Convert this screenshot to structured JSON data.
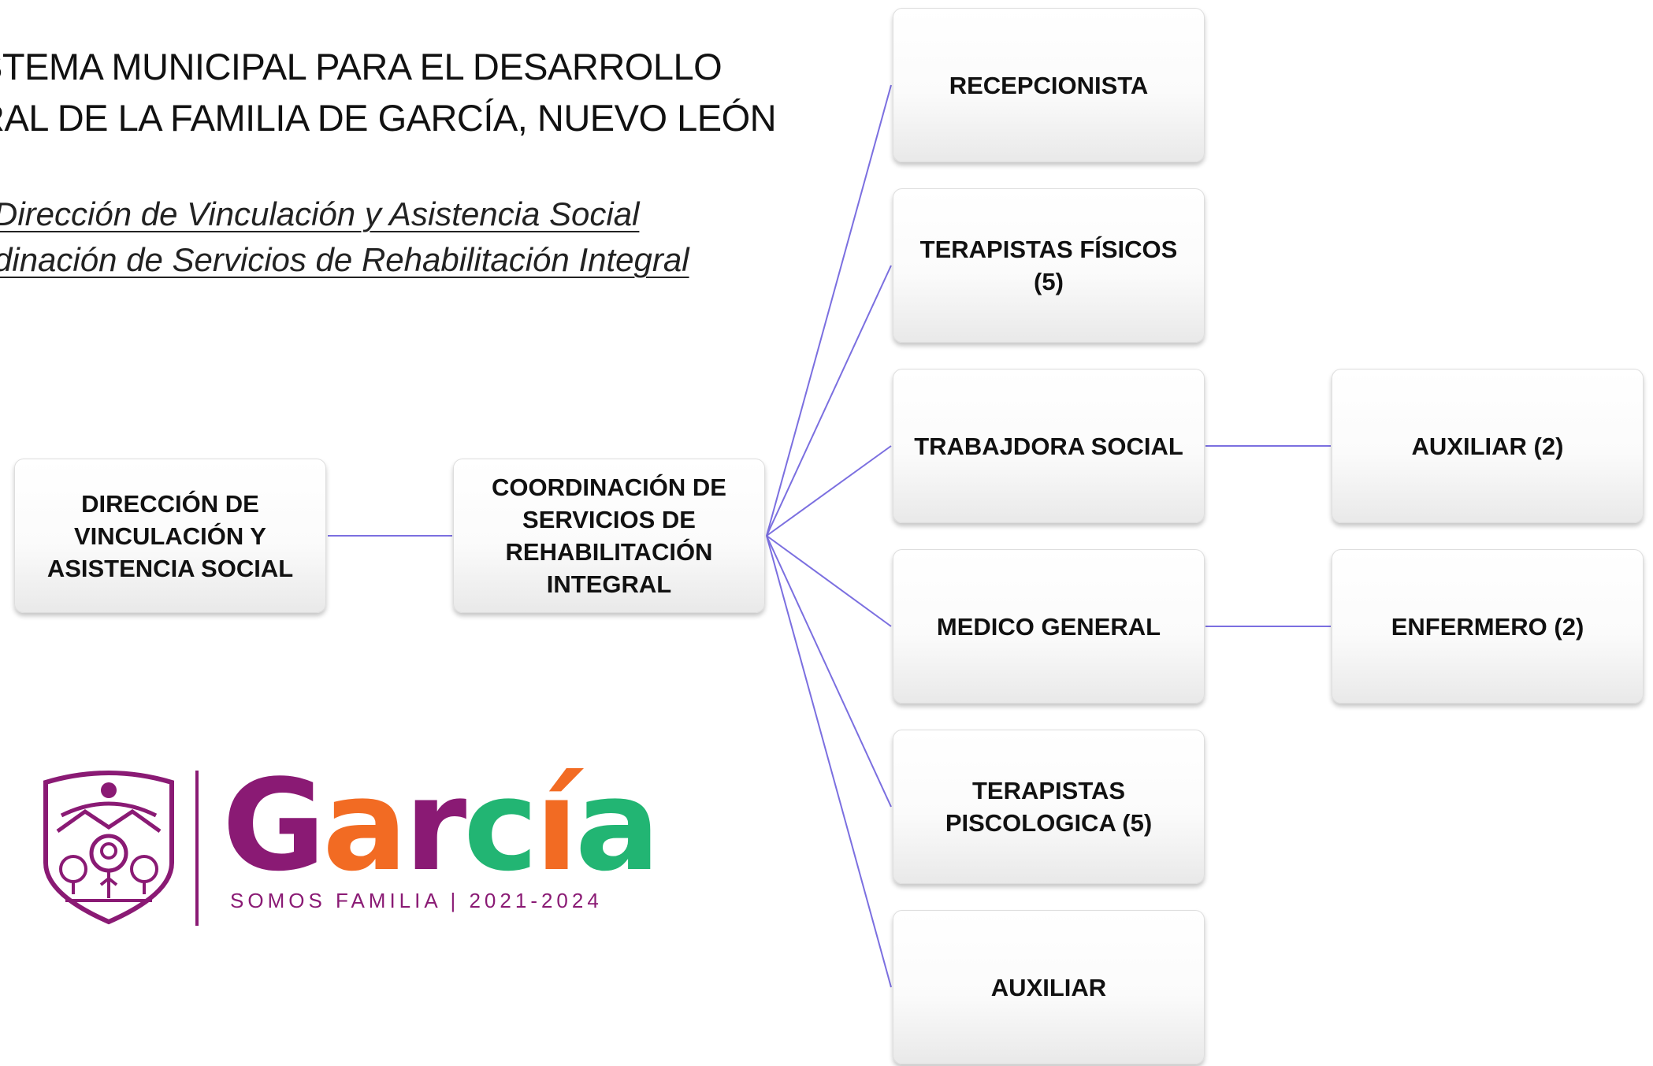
{
  "header": {
    "title_line1": "STEMA MUNICIPAL PARA EL DESARROLLO",
    "title_line2": "RAL DE LA FAMILIA DE GARCÍA, NUEVO LEÓN",
    "subtitle_line1": "Dirección de Vinculación y Asistencia Social",
    "subtitle_line2": "dinación de Servicios de Rehabilitación Integral"
  },
  "org_chart": {
    "root": "DIRECCIÓN DE VINCULACIÓN Y ASISTENCIA SOCIAL",
    "coordination": "COORDINACIÓN DE SERVICIOS DE REHABILITACIÓN INTEGRAL",
    "staff": [
      "RECEPCIONISTA",
      "TERAPISTAS FÍSICOS (5)",
      "TRABAJDORA SOCIAL",
      "MEDICO GENERAL",
      "TERAPISTAS PISCOLOGICA (5)",
      "AUXILIAR"
    ],
    "sub_staff": [
      {
        "parent": "TRABAJDORA SOCIAL",
        "label": "AUXILIAR (2)"
      },
      {
        "parent": "MEDICO GENERAL",
        "label": "ENFERMERO (2)"
      }
    ],
    "connector_color": "#7b6fe0"
  },
  "logo": {
    "word_letters": [
      "G",
      "a",
      "r",
      "c",
      "í",
      "a"
    ],
    "word_colors": [
      "#8a1a74",
      "#f26b23",
      "#8a1a74",
      "#22b573",
      "#f26b23",
      "#22b573"
    ],
    "tagline": "SOMOS FAMILIA | 2021-2024",
    "primary_color": "#8a1a74"
  }
}
